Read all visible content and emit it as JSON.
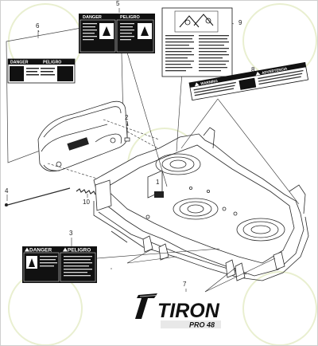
{
  "callouts": [
    "1",
    "2",
    "3",
    "4",
    "5",
    "6",
    "7",
    "8",
    "9",
    "10"
  ],
  "labels": {
    "danger": "DANGER",
    "peligro": "PELIGRO",
    "advertencia": "ADVERTENCIA",
    "warning": "WARNING"
  },
  "logo": {
    "brand": "TIRON",
    "model": "PRO 48"
  },
  "colors": {
    "line": "#2a2a2a",
    "label_black": "#111111",
    "watermark": "#e9efd0"
  }
}
